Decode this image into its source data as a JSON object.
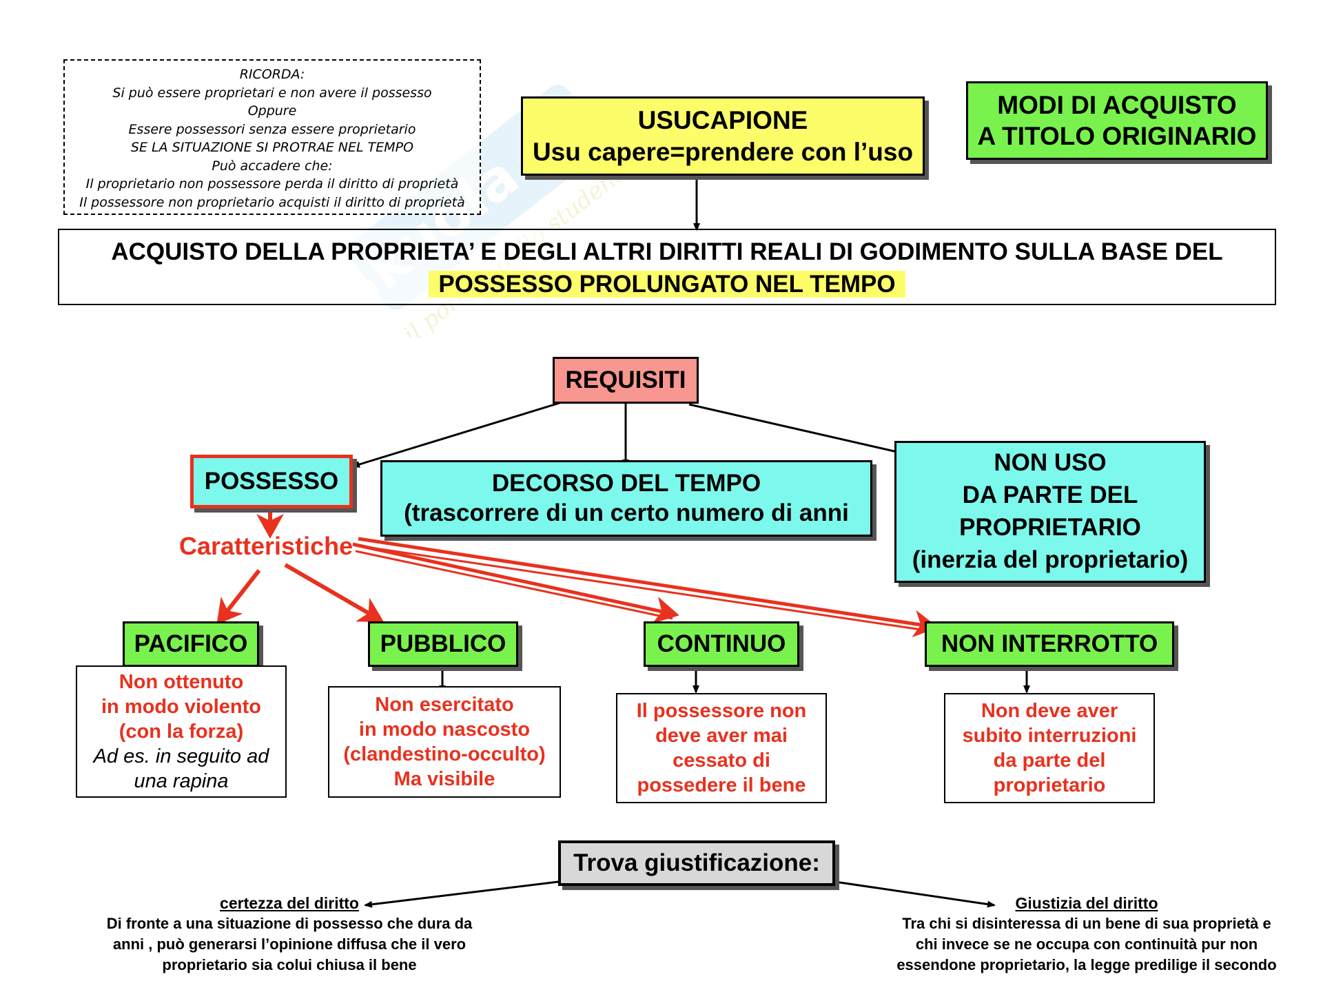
{
  "note": {
    "lines": [
      "RICORDA:",
      "Si può essere proprietari e non avere il possesso",
      "Oppure",
      "Essere possessori senza essere proprietario",
      "SE LA SITUAZIONE SI PROTRAE NEL TEMPO",
      "Può accadere che:",
      "Il proprietario non possessore perda il diritto di  proprietà",
      "Il possessore non proprietario acquisti il diritto di proprietà"
    ]
  },
  "watermark": {
    "brand": "Skuola.net",
    "tagline": "il portale dello studente"
  },
  "usucapione": {
    "title": "USUCAPIONE",
    "subtitle": "Usu capere=prendere con l’uso"
  },
  "modi": {
    "line1": "MODI DI ACQUISTO",
    "line2": "A TITOLO ORIGINARIO"
  },
  "definition": {
    "line1": "ACQUISTO DELLA PROPRIETA’ E DEGLI ALTRI DIRITTI REALI DI GODIMENTO SULLA BASE DEL",
    "line2": "POSSESSO PROLUNGATO NEL TEMPO"
  },
  "requisiti": {
    "label": "REQUISITI"
  },
  "possesso": {
    "label": "POSSESSO"
  },
  "decorso": {
    "line1": "DECORSO DEL TEMPO",
    "line2": "(trascorrere di un certo numero di anni"
  },
  "non_uso": {
    "line1": "NON USO",
    "line2": "DA PARTE DEL",
    "line3": "PROPRIETARIO",
    "line4": "(inerzia del proprietario)"
  },
  "caratteristiche": {
    "label": "Caratteristiche"
  },
  "characteristics": [
    {
      "label": "PACIFICO",
      "desc_red": [
        "Non ottenuto",
        "in modo violento",
        "(con la forza)"
      ],
      "desc_italic": [
        "Ad es. in seguito ad",
        "una rapina"
      ]
    },
    {
      "label": "PUBBLICO",
      "desc_red": [
        "Non esercitato",
        "in modo nascosto",
        "(clandestino-occulto)",
        "Ma visibile"
      ],
      "desc_italic": []
    },
    {
      "label": "CONTINUO",
      "desc_red": [
        "Il possessore non",
        "deve aver mai",
        "cessato di",
        "possedere il bene"
      ],
      "desc_italic": []
    },
    {
      "label": "NON INTERROTTO",
      "desc_red": [
        "Non deve aver",
        "subito interruzioni",
        "da parte del",
        "proprietario"
      ],
      "desc_italic": []
    }
  ],
  "giustificazione": {
    "label": "Trova giustificazione:"
  },
  "certezza": {
    "title": "certezza del diritto",
    "lines": [
      "Di fronte a una situazione di possesso che dura da",
      "anni , può generarsi l’opinione diffusa che il vero",
      "proprietario sia colui chiusa il bene"
    ]
  },
  "giustizia": {
    "title": "Giustizia del diritto",
    "lines": [
      "Tra chi si disinteressa di un bene di sua proprietà e",
      "chi invece se ne occupa con continuità pur non",
      "essendone proprietario, la legge predilige il secondo"
    ]
  },
  "colors": {
    "yellow": "#fdfd6a",
    "green": "#79f24e",
    "cyan": "#7cf8ec",
    "pink": "#f7978f",
    "gray": "#d8d8d8",
    "red": "#e8311e",
    "possesso_border": "#e8311e"
  }
}
